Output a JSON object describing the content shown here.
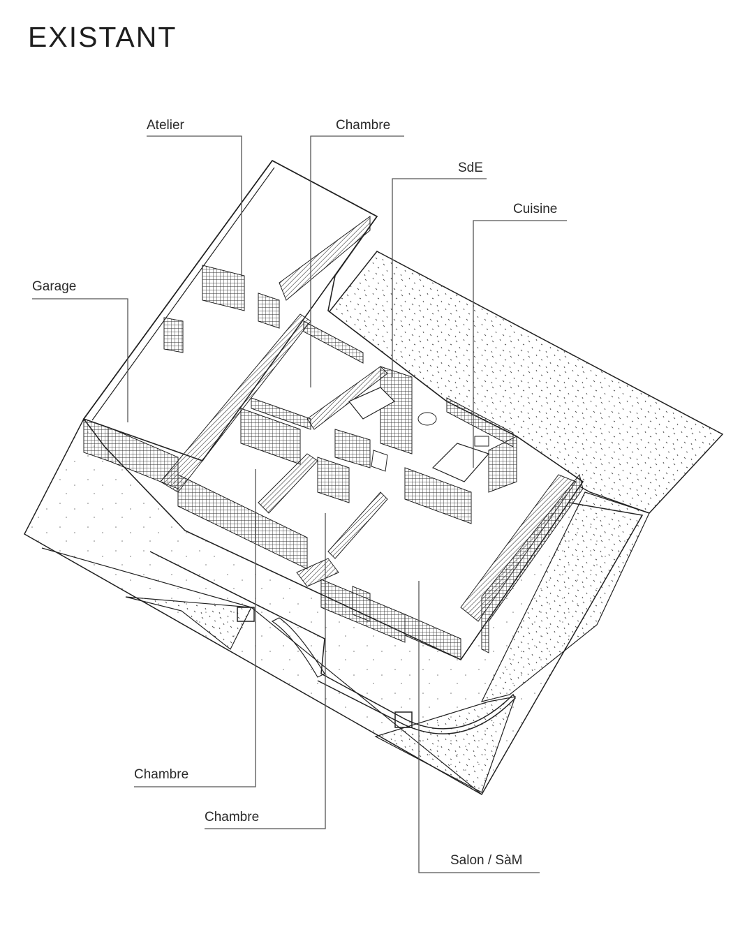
{
  "title": "EXISTANT",
  "rooms": {
    "atelier": "Atelier",
    "chambre_top": "Chambre",
    "sde": "SdE",
    "cuisine": "Cuisine",
    "garage": "Garage",
    "chambre_1": "Chambre",
    "chambre_2": "Chambre",
    "salon": "Salon / SàM"
  }
}
